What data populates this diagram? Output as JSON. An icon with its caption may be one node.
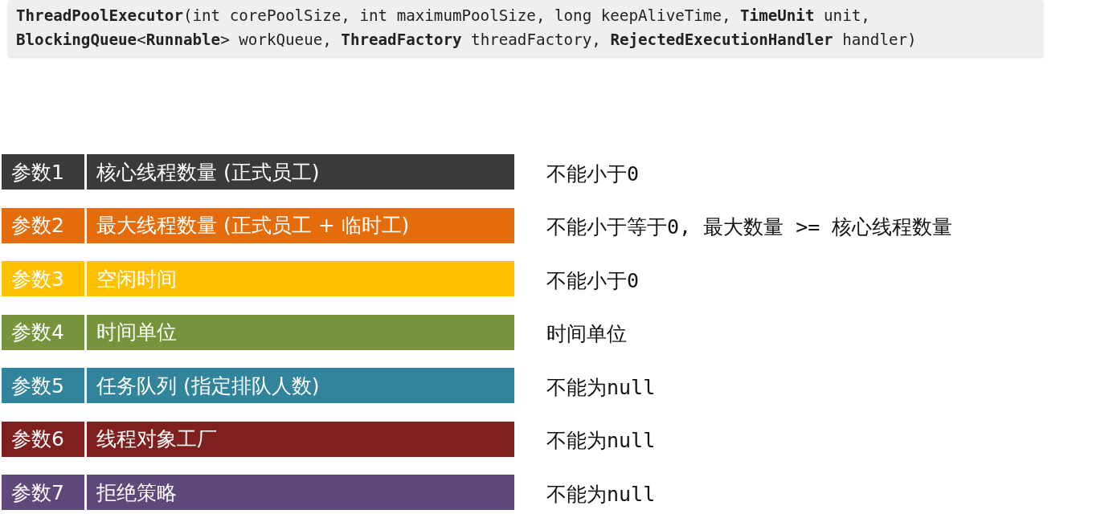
{
  "diagram": {
    "nodes": [
      {
        "text": [
          "**ThreadPoolExecutor**(int corePoolSize, int maximumPoolSize, long keepAliveTime, **TimeUnit** unit, **BlockingQueue**<**Runnable**> workQueue, **ThreadFactory** threadFactory, **RejectedExecutionHandler** handler)"
        ]
      },
      {
        "text": [
          "参数1"
        ]
      },
      {
        "text": [
          "核心线程数量 (正式员工)"
        ],
        "beside": [
          "不能小于0"
        ]
      },
      {
        "text": [
          "参数2"
        ]
      },
      {
        "text": [
          "最大线程数量 (正式员工 + 临时工)"
        ],
        "beside": [
          "不能小于等于0, 最大数量 >= 核心线程数量"
        ]
      },
      {
        "text": [
          "参数3"
        ]
      },
      {
        "text": [
          "空闲时间"
        ],
        "beside": [
          "不能小于0"
        ]
      },
      {
        "text": [
          "参数4"
        ]
      },
      {
        "text": [
          "时间单位"
        ],
        "beside": [
          "时间单位"
        ]
      },
      {
        "text": [
          "参数5"
        ]
      },
      {
        "text": [
          "任务队列 (指定排队人数)"
        ],
        "beside": [
          "不能为null"
        ]
      },
      {
        "text": [
          "参数6"
        ]
      },
      {
        "text": [
          "线程对象工厂"
        ],
        "beside": [
          "不能为null"
        ]
      },
      {
        "text": [
          "参数7"
        ]
      },
      {
        "text": [
          "拒绝策略"
        ],
        "beside": [
          "不能为null"
        ]
      }
    ],
    "edges": []
  }
}
